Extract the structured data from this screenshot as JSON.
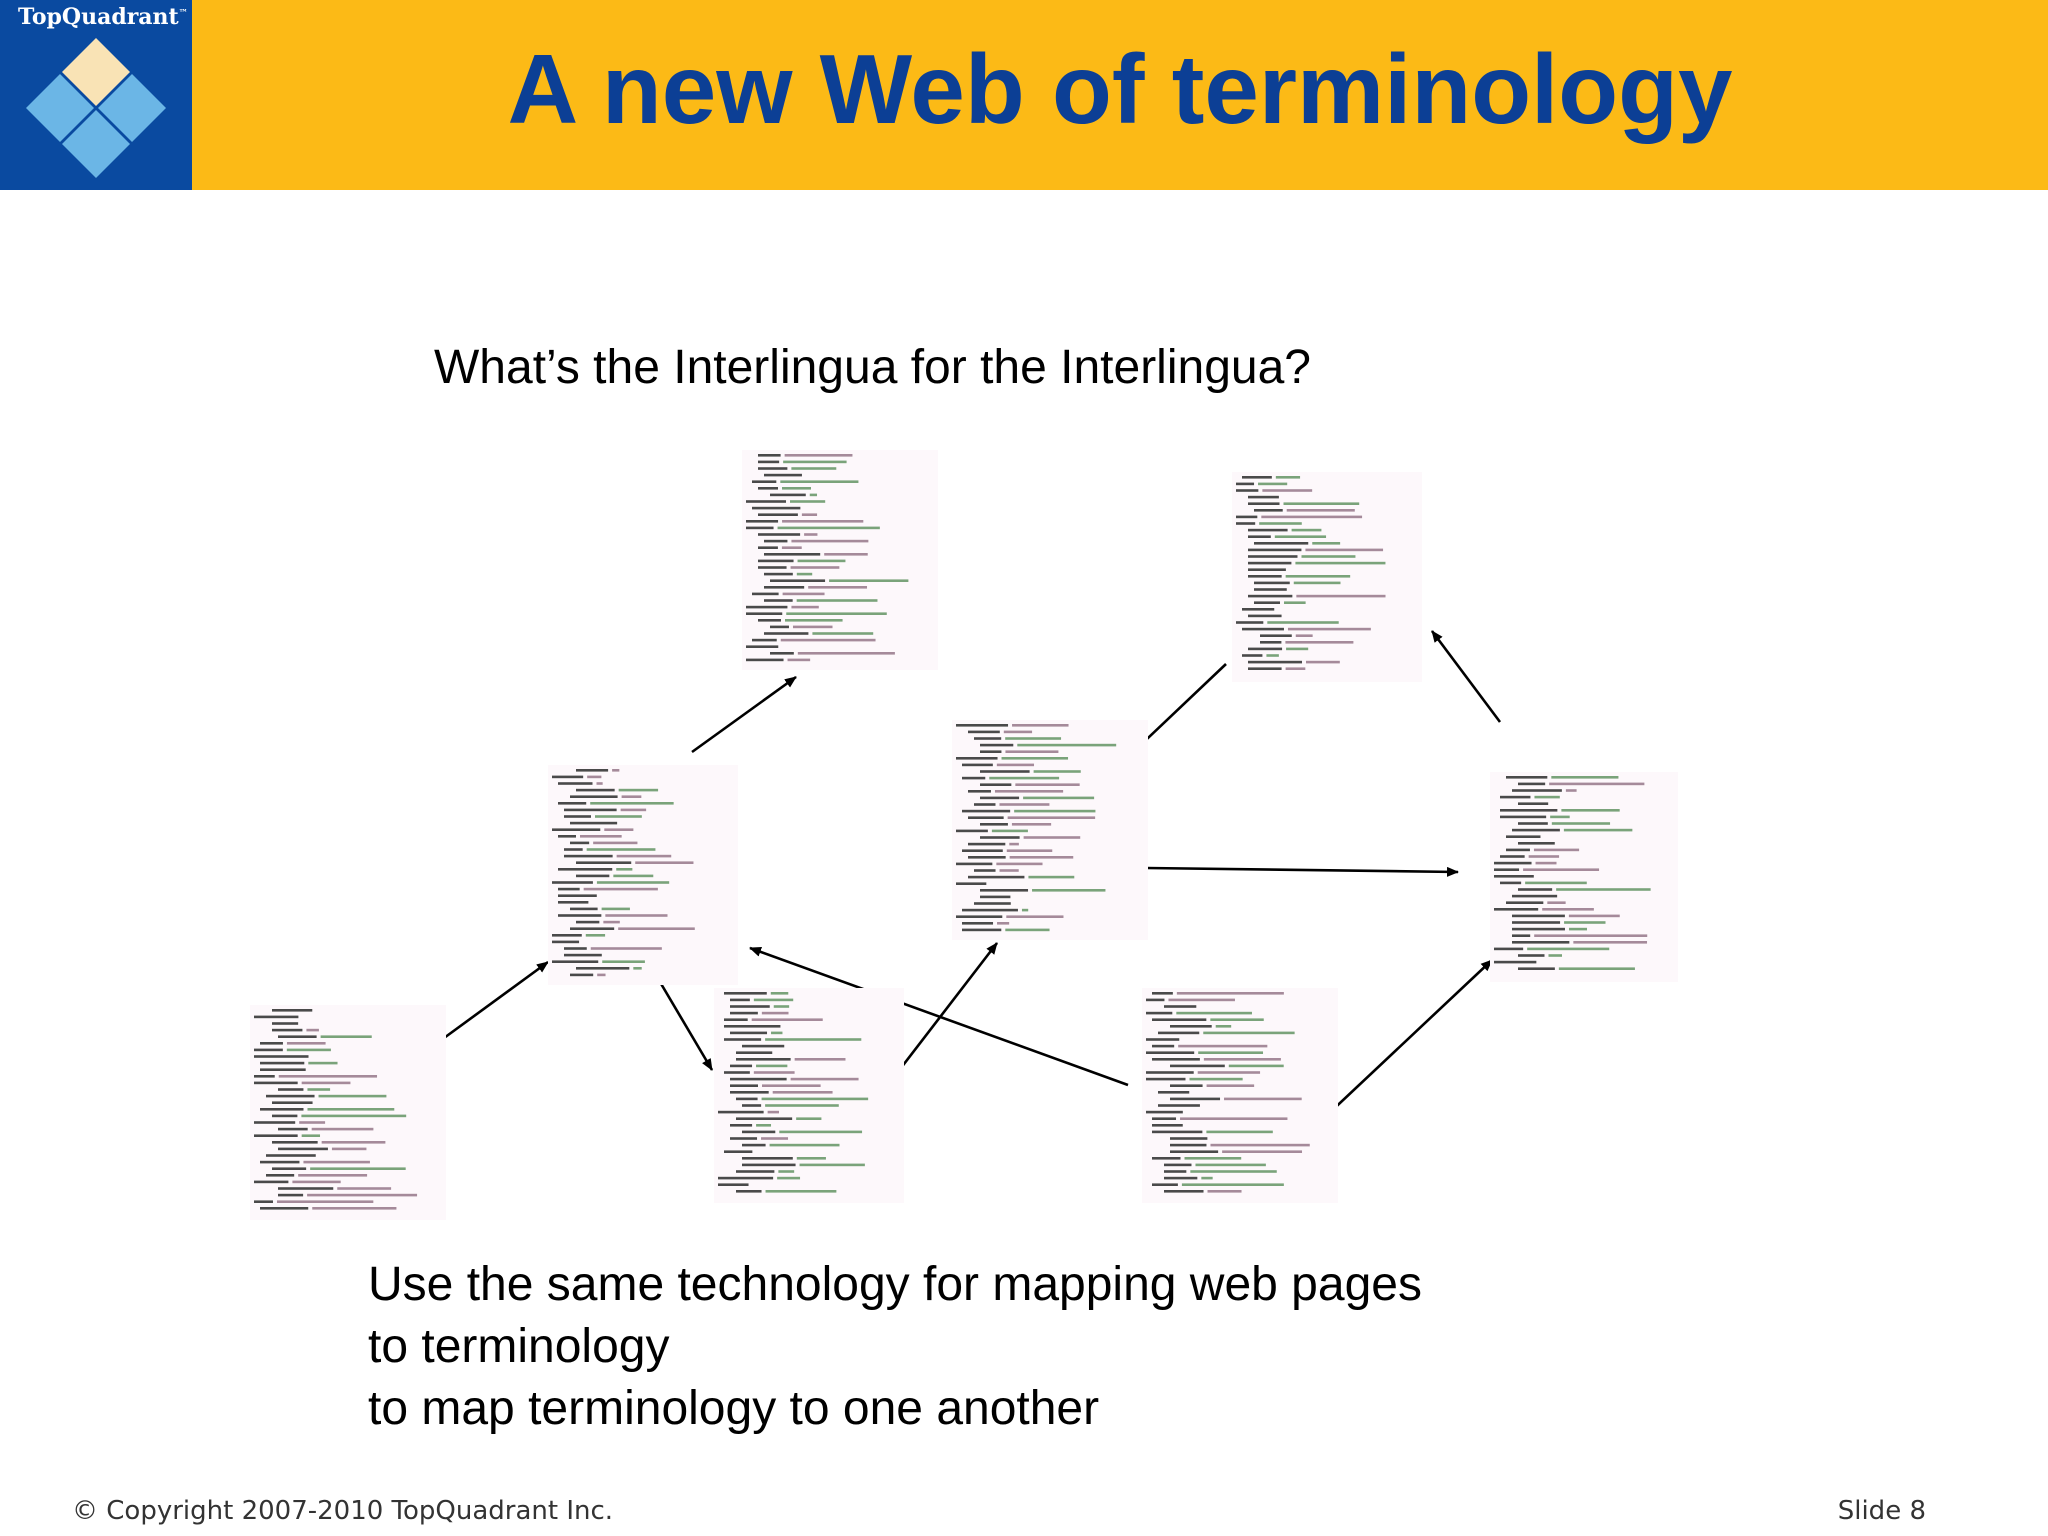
{
  "header": {
    "logo_text": "TopQuadrant",
    "logo_trademark": "™",
    "title": "A new Web of terminology"
  },
  "colors": {
    "header_background": "#fcba16",
    "logo_background": "#0a4aa0",
    "title_text": "#0c3f95",
    "diamond_light": "#f9e3b5",
    "diamond_blue": "#6bb6e6"
  },
  "body": {
    "question": "What’s the Interlingua for the Interlingua?",
    "bottom_lines": [
      "Use the same technology for mapping web pages",
      "to terminology",
      "to map terminology to one another"
    ]
  },
  "diagram": {
    "document_count": 8,
    "arrow_count": 9
  },
  "footer": {
    "copyright": "© Copyright 2007-2010 TopQuadrant Inc.",
    "slide_number": "Slide 8"
  }
}
